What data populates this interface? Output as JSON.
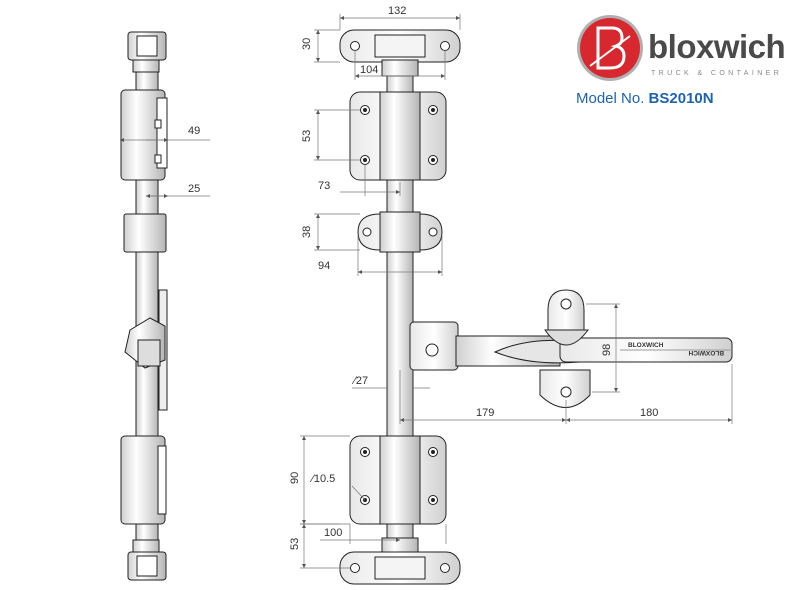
{
  "brand": {
    "name": "bloxwich",
    "tagline": "TRUCK & CONTAINER",
    "logo_color": "#d7282f"
  },
  "model": {
    "label": "Model No.",
    "number": "BS2010N"
  },
  "handle_text": {
    "line1": "BLOXWICH",
    "line2": "BLOXWICH"
  },
  "side_view_dims": {
    "guide_width": "49",
    "offset": "25"
  },
  "front_view_dims": {
    "top_width": "132",
    "top_height": "30",
    "top_hole_spacing": "104",
    "bracket_height": "53",
    "bracket_offset": "73",
    "guide_height": "38",
    "guide_width": "94",
    "tube_diameter": "∕27",
    "hub_to_tube": "179",
    "handle_length": "180",
    "keeper_height": "98",
    "bottom_bracket_height": "90",
    "hole_diameter": "∕10.5",
    "bottom_bracket_width": "100",
    "bottom_height": "53"
  }
}
